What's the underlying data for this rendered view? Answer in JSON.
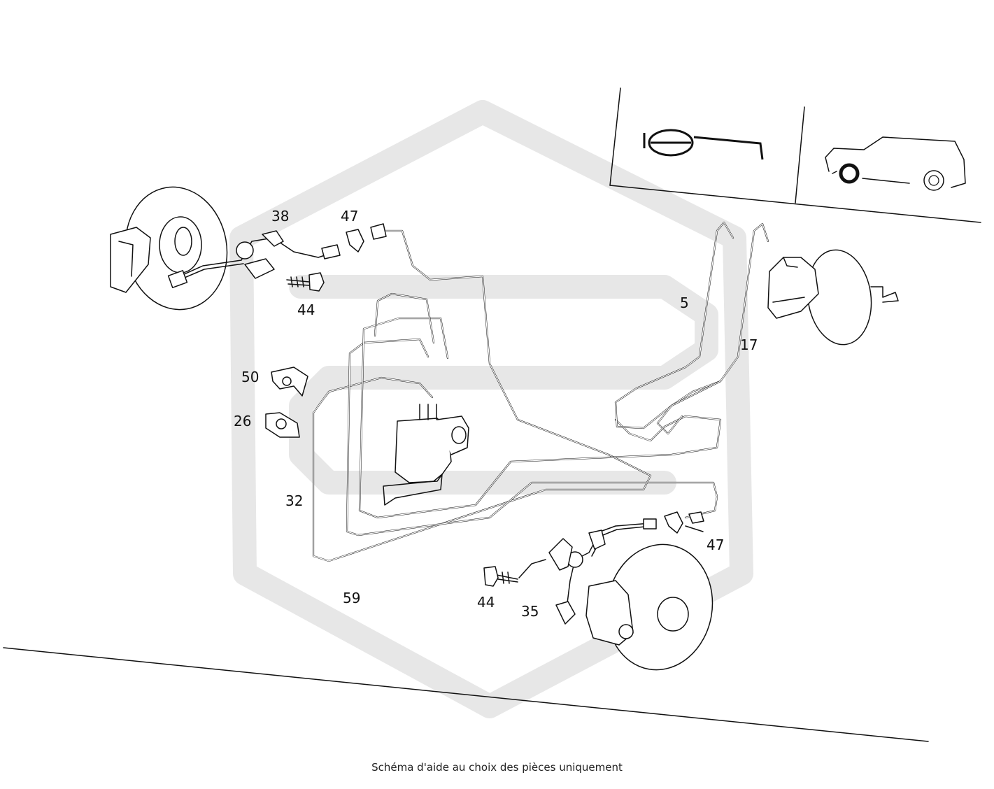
{
  "callouts": {
    "c38": "38",
    "c47_top": "47",
    "c44_top": "44",
    "c5": "5",
    "c17": "17",
    "c50": "50",
    "c26": "26",
    "c32": "32",
    "c59": "59",
    "c44_bottom": "44",
    "c35": "35",
    "c47_bottom": "47"
  },
  "caption": "Schéma d'aide au choix des pièces uniquement",
  "colors": {
    "ink": "#111111",
    "watermark": "#e7e7e7",
    "background": "#ffffff"
  },
  "icons": [
    "steering-wheel-icon",
    "car-rear-wheel-icon",
    "watermark-logo-icon"
  ]
}
